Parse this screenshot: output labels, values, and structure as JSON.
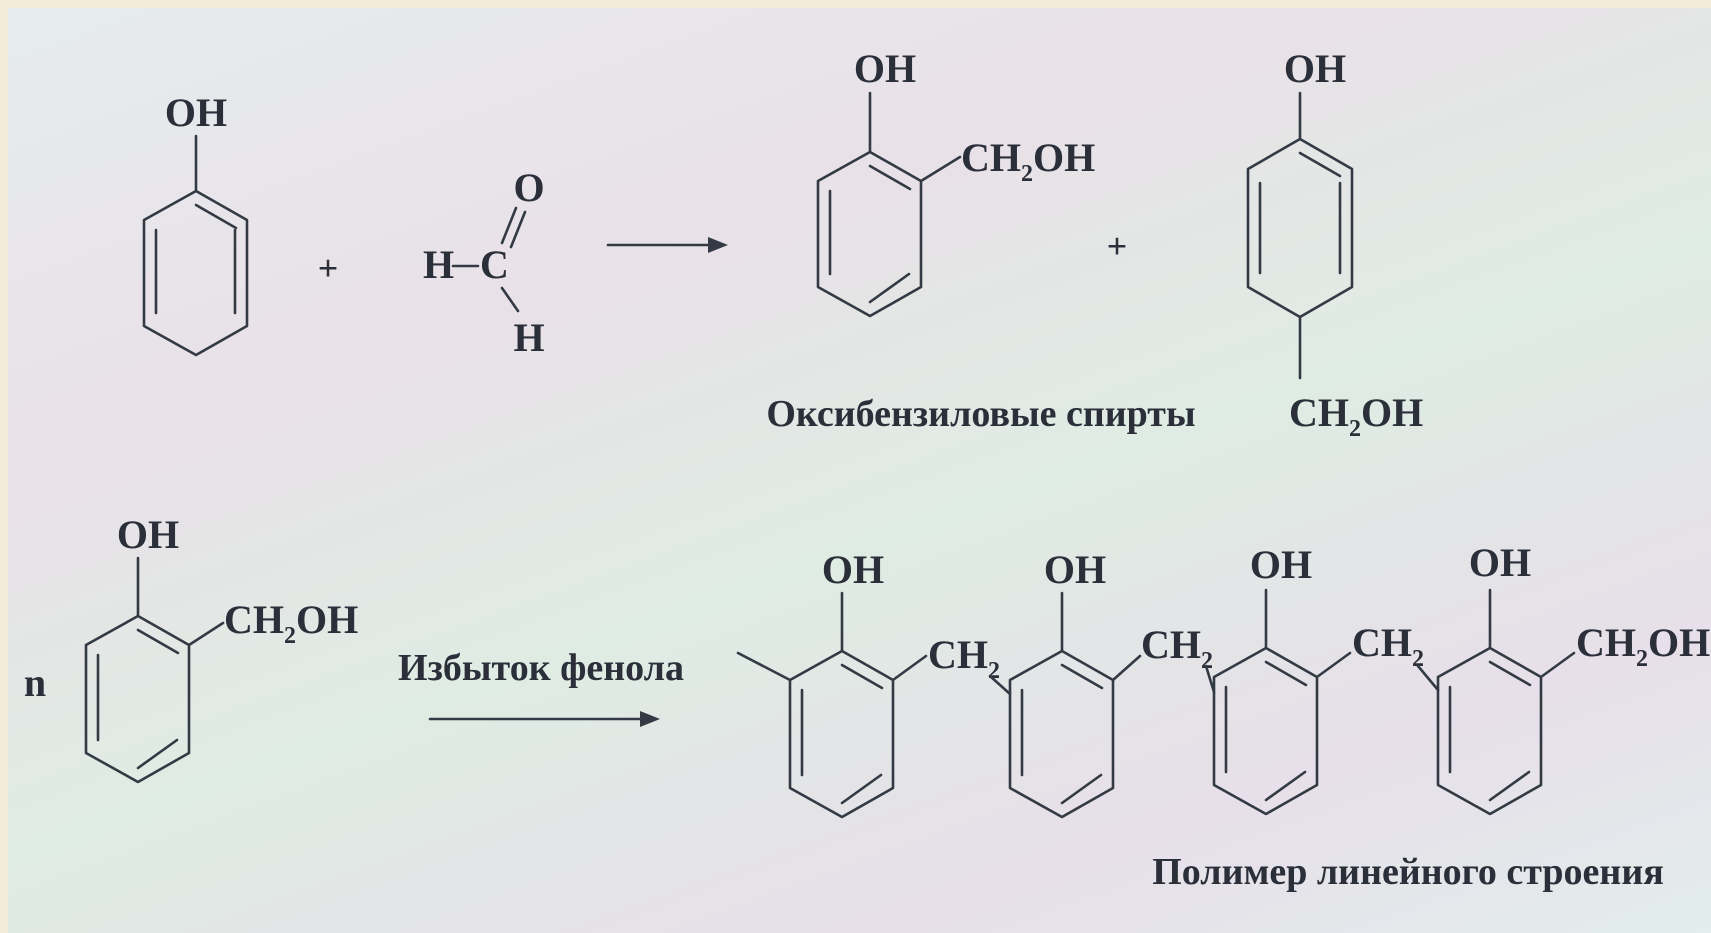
{
  "colors": {
    "ink": "#2a2f3a",
    "bond": "#333a44",
    "background": "#e6ecee"
  },
  "labels": {
    "oh": "OH",
    "ch2": "CH",
    "oh_tail": "OH",
    "sub2": "2",
    "o": "O",
    "h": "H",
    "c": "C",
    "n": "n",
    "plus": "+"
  },
  "captions": {
    "alcohols": "Оксибензиловые спирты",
    "excess": "Избыток фенола",
    "polymer": "Полимер линейного строения"
  }
}
